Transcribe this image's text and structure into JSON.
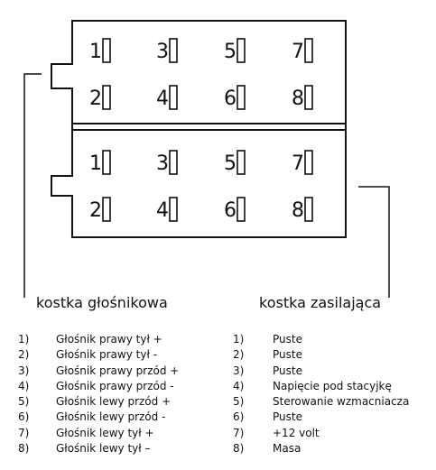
{
  "diagram": {
    "top_block_pins": [
      [
        "1",
        "3",
        "5",
        "7"
      ],
      [
        "2",
        "4",
        "6",
        "8"
      ]
    ],
    "bottom_block_pins": [
      [
        "1",
        "3",
        "5",
        "7"
      ],
      [
        "2",
        "4",
        "6",
        "8"
      ]
    ],
    "label_left": "kostka głośnikowa",
    "label_right": "kostka zasilająca"
  },
  "legend_left": [
    {
      "num": "1)",
      "text": "Głośnik prawy tył +"
    },
    {
      "num": "2)",
      "text": "Głośnik prawy tył -"
    },
    {
      "num": "3)",
      "text": "Głośnik prawy przód +"
    },
    {
      "num": "4)",
      "text": "Głośnik prawy przód -"
    },
    {
      "num": "5)",
      "text": "Głośnik lewy przód +"
    },
    {
      "num": "6)",
      "text": "Głośnik lewy przód -"
    },
    {
      "num": "7)",
      "text": "Głośnik lewy tył +"
    },
    {
      "num": "8)",
      "text": "Głośnik lewy tył –"
    }
  ],
  "legend_right": [
    {
      "num": "1)",
      "text": "Puste"
    },
    {
      "num": "2)",
      "text": "Puste"
    },
    {
      "num": "3)",
      "text": "Puste"
    },
    {
      "num": "4)",
      "text": "Napięcie pod stacyjkę"
    },
    {
      "num": "5)",
      "text": "Sterowanie wzmacniacza"
    },
    {
      "num": "6)",
      "text": "Puste"
    },
    {
      "num": "7)",
      "text": "+12 volt"
    },
    {
      "num": "8)",
      "text": "Masa"
    }
  ]
}
